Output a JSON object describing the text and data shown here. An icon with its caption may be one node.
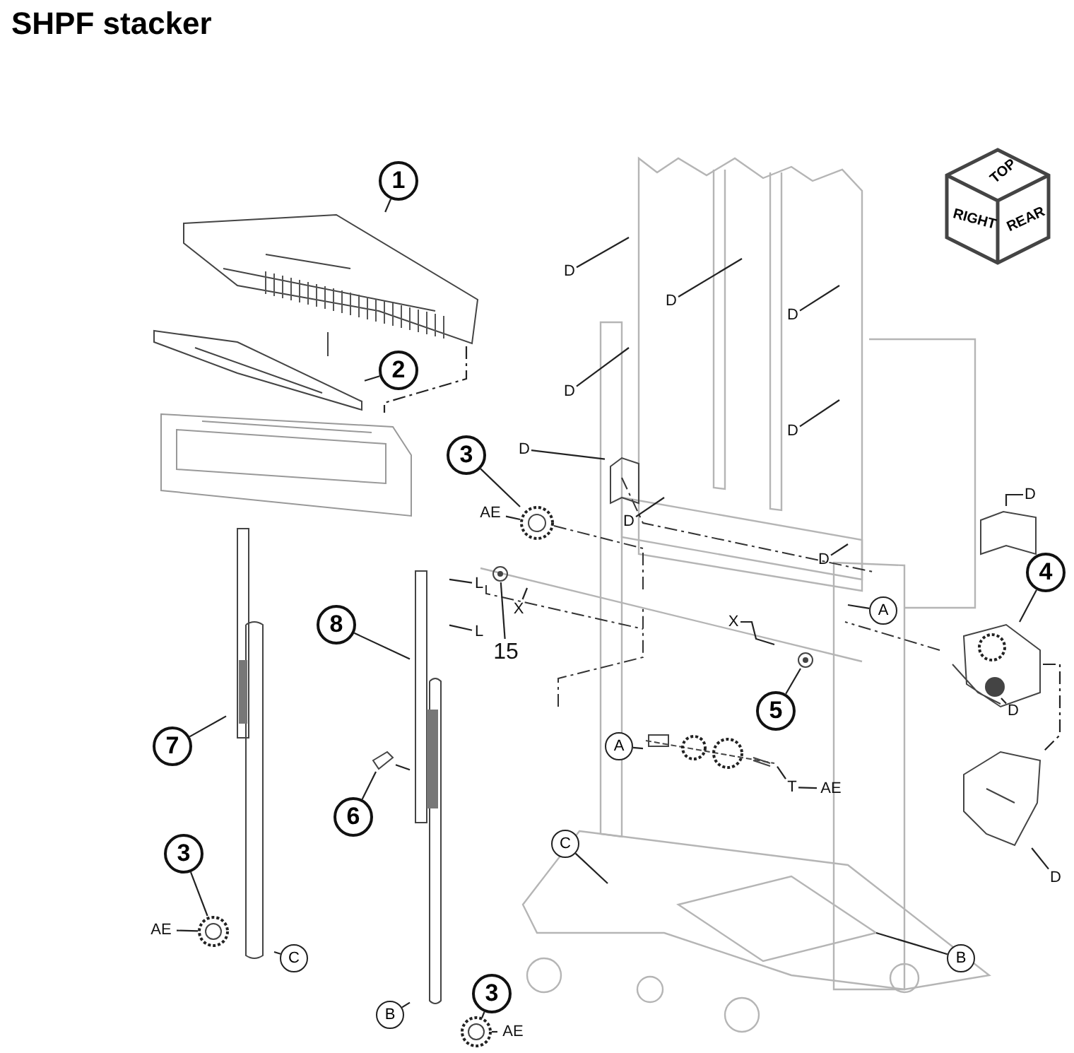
{
  "diagram": {
    "title": "SHPF stacker",
    "nodes": [
      {
        "text": [
          "1"
        ]
      },
      {
        "text": [],
        "shape": "picture"
      },
      {
        "text": [
          "2"
        ]
      },
      {
        "text": [],
        "shape": "picture"
      },
      {
        "text": [],
        "shape": "picture"
      },
      {
        "text": [
          "3"
        ]
      },
      {
        "text": [],
        "shape": "picture"
      },
      {
        "text": [
          "AE"
        ]
      },
      {
        "text": [
          "15"
        ]
      },
      {
        "text": [],
        "shape": "picture"
      },
      {
        "text": [
          "X"
        ]
      },
      {
        "text": [
          "L"
        ]
      },
      {
        "text": [
          "L"
        ]
      },
      {
        "text": [
          "8"
        ]
      },
      {
        "text": [],
        "shape": "picture"
      },
      {
        "text": [
          "7"
        ]
      },
      {
        "text": [],
        "shape": "picture"
      },
      {
        "text": [
          "6"
        ]
      },
      {
        "text": [],
        "shape": "picture"
      },
      {
        "text": [
          "3"
        ]
      },
      {
        "text": [],
        "shape": "picture"
      },
      {
        "text": [
          "AE"
        ]
      },
      {
        "text": [
          "C"
        ]
      },
      {
        "text": [
          "3"
        ]
      },
      {
        "text": [],
        "shape": "picture"
      },
      {
        "text": [
          "AE"
        ]
      },
      {
        "text": [
          "B"
        ]
      },
      {
        "text": [
          "4"
        ]
      },
      {
        "text": [],
        "shape": "picture"
      },
      {
        "text": [
          "5"
        ]
      },
      {
        "text": [],
        "shape": "picture"
      },
      {
        "text": [
          "A"
        ]
      },
      {
        "text": [
          "X"
        ]
      },
      {
        "text": [
          "A"
        ]
      },
      {
        "text": [],
        "shape": "picture"
      },
      {
        "text": [
          "T"
        ]
      },
      {
        "text": [
          "AE"
        ]
      },
      {
        "text": [
          "C"
        ]
      },
      {
        "text": [
          "B"
        ]
      },
      {
        "text": [],
        "shape": "picture"
      },
      {
        "text": [],
        "shape": "picture"
      },
      {
        "text": [],
        "shape": "picture"
      },
      {
        "text": [
          "D"
        ]
      },
      {
        "text": [
          "D"
        ]
      },
      {
        "text": [
          "D"
        ]
      },
      {
        "text": [
          "D"
        ]
      },
      {
        "text": [
          "D"
        ]
      },
      {
        "text": [
          "D"
        ]
      },
      {
        "text": [
          "D"
        ]
      },
      {
        "text": [
          "D"
        ]
      },
      {
        "text": [
          "D"
        ]
      },
      {
        "text": [
          "D"
        ]
      },
      {
        "text": [
          "D"
        ]
      }
    ],
    "edges": [
      {
        "from": 0,
        "to": 1,
        "arrow": "none"
      },
      {
        "from": 2,
        "to": 3,
        "arrow": "none"
      },
      {
        "from": 1,
        "to": 4,
        "arrow": "none",
        "style": "dashed"
      },
      {
        "from": 5,
        "to": 6,
        "arrow": "none"
      },
      {
        "from": 7,
        "to": 6,
        "arrow": "none"
      },
      {
        "from": 8,
        "to": 9,
        "arrow": "none"
      },
      {
        "from": 10,
        "to": null,
        "arrow": "none"
      },
      {
        "from": 11,
        "to": 14,
        "arrow": "none"
      },
      {
        "from": 12,
        "to": 14,
        "arrow": "none"
      },
      {
        "from": 13,
        "to": 14,
        "arrow": "none"
      },
      {
        "from": 15,
        "to": 16,
        "arrow": "none"
      },
      {
        "from": 17,
        "to": 18,
        "arrow": "none"
      },
      {
        "from": 18,
        "to": 14,
        "arrow": "none"
      },
      {
        "from": 19,
        "to": 20,
        "arrow": "none"
      },
      {
        "from": 21,
        "to": 20,
        "arrow": "none"
      },
      {
        "from": 22,
        "to": 16,
        "arrow": "none"
      },
      {
        "from": 23,
        "to": 24,
        "arrow": "none"
      },
      {
        "from": 25,
        "to": 24,
        "arrow": "none"
      },
      {
        "from": 26,
        "to": 14,
        "arrow": "none"
      },
      {
        "from": 27,
        "to": 28,
        "arrow": "none"
      },
      {
        "from": 29,
        "to": 30,
        "arrow": "none"
      },
      {
        "from": 31,
        "to": null,
        "arrow": "none"
      },
      {
        "from": 32,
        "to": null,
        "arrow": "none"
      },
      {
        "from": 33,
        "to": 34,
        "arrow": "none"
      },
      {
        "from": 35,
        "to": 34,
        "arrow": "none"
      },
      {
        "from": 36,
        "to": 35,
        "arrow": "none"
      },
      {
        "from": 37,
        "to": null,
        "arrow": "none"
      },
      {
        "from": 38,
        "to": null,
        "arrow": "none"
      },
      {
        "from": 42,
        "to": null,
        "arrow": "none"
      },
      {
        "from": 43,
        "to": null,
        "arrow": "none"
      },
      {
        "from": 44,
        "to": null,
        "arrow": "none"
      },
      {
        "from": 45,
        "to": null,
        "arrow": "none"
      },
      {
        "from": 46,
        "to": null,
        "arrow": "none"
      },
      {
        "from": 47,
        "to": 39,
        "arrow": "none"
      },
      {
        "from": 48,
        "to": null,
        "arrow": "none"
      },
      {
        "from": 49,
        "to": null,
        "arrow": "none"
      },
      {
        "from": 50,
        "to": 40,
        "arrow": "none"
      },
      {
        "from": 51,
        "to": 28,
        "arrow": "none"
      },
      {
        "from": 52,
        "to": 41,
        "arrow": "none"
      },
      {
        "from": 28,
        "to": 41,
        "arrow": "none",
        "style": "dashed"
      }
    ],
    "labels": [
      "TOP",
      "RIGHT",
      "REAR"
    ]
  }
}
